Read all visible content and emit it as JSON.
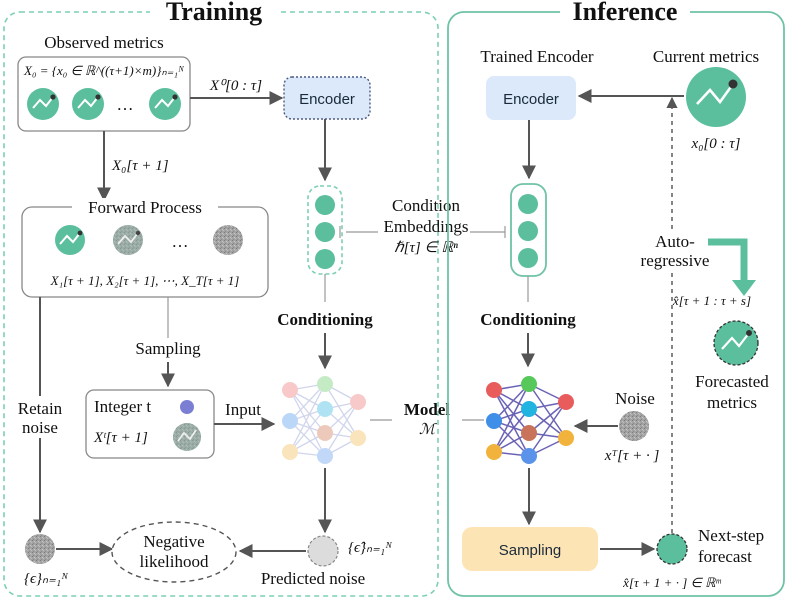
{
  "training": {
    "title": "Training",
    "observed_metrics": "Observed metrics",
    "x0_def": "X₀ = {x₀ ∈ ℝ^((τ+1)×m)}ₙ₌₁ᴺ",
    "ellipsis": "…",
    "x0_slice": "X⁰[0 : τ]",
    "x0_next": "X₀[τ + 1]",
    "forward_process": "Forward Process",
    "forward_series": "X₁[τ + 1], X₂[τ + 1], ⋯, X_T[τ + 1]",
    "sampling": "Sampling",
    "integer_t": "Integer t",
    "xt": "Xᵗ[τ + 1]",
    "input": "Input",
    "retain_noise_1": "Retain",
    "retain_noise_2": "noise",
    "eps_set": "{ϵ}ₙ₌₁ᴺ",
    "eps_hat_set": "{ϵ̂}ₙ₌₁ᴺ",
    "negative_likelihood_1": "Negative",
    "negative_likelihood_2": "likelihood",
    "predicted_noise": "Predicted noise",
    "encoder": "Encoder",
    "conditioning": "Conditioning"
  },
  "center": {
    "condition_1": "Condition",
    "condition_2": "Embeddings",
    "condition_math": "ℏ[τ] ∈ ℝⁿ",
    "model": "Model",
    "model_math": "ℳ"
  },
  "inference": {
    "title": "Inference",
    "trained_encoder": "Trained Encoder",
    "current_metrics": "Current metrics",
    "encoder": "Encoder",
    "x0_slice": "x₀[0 : τ]",
    "auto_1": "Auto-",
    "auto_2": "regressive",
    "forecast_range": "x̂[τ + 1 : τ + s]",
    "forecasted_1": "Forecasted",
    "forecasted_2": "metrics",
    "conditioning": "Conditioning",
    "noise": "Noise",
    "noise_math": "xᵀ[τ + · ]",
    "sampling": "Sampling",
    "next_step_1": "Next-step",
    "next_step_2": "forecast",
    "next_step_math": "x̂[τ + 1 + · ] ∈ ℝᵐ"
  },
  "colors": {
    "teal": "#5bbf9e",
    "dashed_border": "#7ccfb4",
    "inference_border": "#6fc2a8",
    "encoder_fill": "#dbe9fb",
    "sampling_fill": "#fde4b5",
    "noise_gray": "#9a9a9a"
  }
}
